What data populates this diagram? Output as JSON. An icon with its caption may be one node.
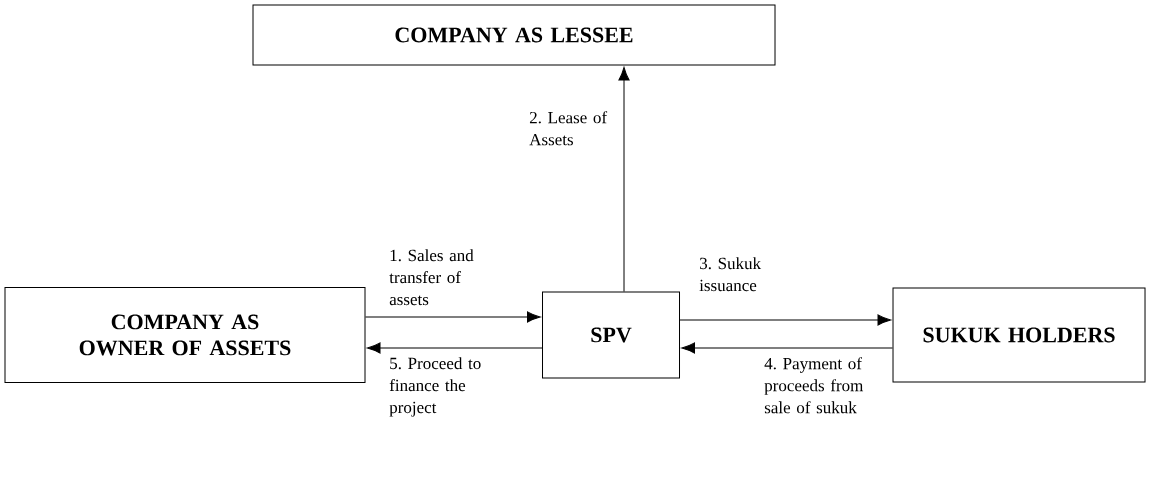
{
  "diagram": {
    "nodes": [
      {
        "text": [
          "COMPANY AS LESSEE"
        ]
      },
      {
        "text": [
          "COMPANY AS OWNER OF ASSETS"
        ]
      },
      {
        "text": [
          "SPV"
        ]
      },
      {
        "text": [
          "SUKUK HOLDERS"
        ]
      }
    ],
    "edges": [
      {
        "from": 1,
        "to": 2,
        "arrow": "to",
        "label": "1. Sales and transfer of assets"
      },
      {
        "from": 2,
        "to": 0,
        "arrow": "to",
        "label": "2. Lease of Assets"
      },
      {
        "from": 2,
        "to": 3,
        "arrow": "to",
        "label": "3. Sukuk issuance"
      },
      {
        "from": 3,
        "to": 2,
        "arrow": "to",
        "label": "4. Payment of proceeds from sale of sukuk"
      },
      {
        "from": 2,
        "to": 1,
        "arrow": "to",
        "label": "5. Proceed to finance the project"
      }
    ]
  }
}
